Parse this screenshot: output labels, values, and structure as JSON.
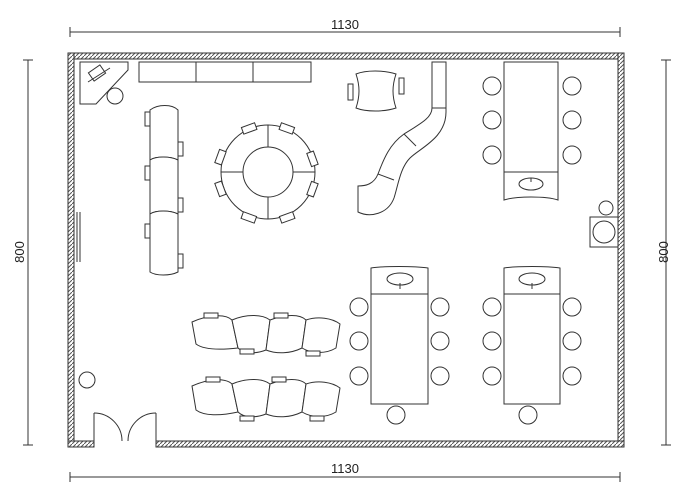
{
  "dimensions": {
    "top": "1130",
    "bottom": "1130",
    "left": "800",
    "right": "800"
  },
  "colors": {
    "wall": "#555555",
    "line": "#333333",
    "background": "#ffffff"
  }
}
